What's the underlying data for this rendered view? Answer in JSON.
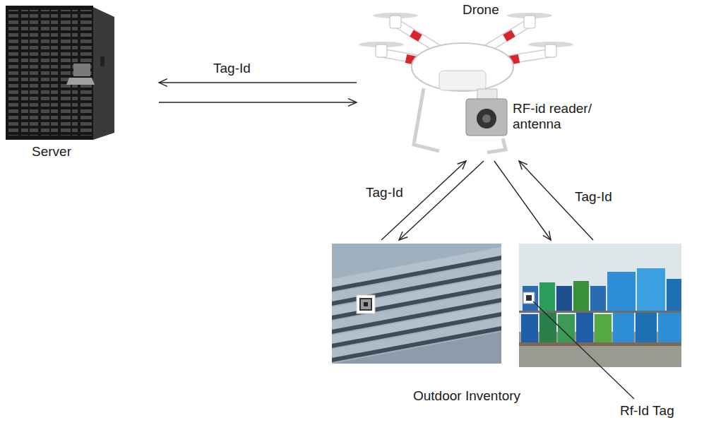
{
  "diagram": {
    "nodes": [
      {
        "text": [
          "Server"
        ]
      },
      {
        "text": [
          "Drone",
          "RF-id reader/ antenna"
        ]
      },
      {
        "text": [
          "Outdoor Inventory"
        ]
      }
    ],
    "edges": [
      {
        "from": 1,
        "to": 0,
        "label": "Tag-Id",
        "arrow": "to"
      },
      {
        "from": 0,
        "to": 1,
        "arrow": "to"
      },
      {
        "from": 2,
        "to": 1,
        "label": "Tag-Id",
        "arrow": "to"
      },
      {
        "from": 1,
        "to": 2,
        "arrow": "to"
      },
      {
        "from": 1,
        "to": 2,
        "arrow": "to"
      },
      {
        "from": 2,
        "to": 1,
        "label": "Tag-Id",
        "arrow": "to"
      }
    ],
    "labels": [
      "Rf-Id Tag"
    ]
  }
}
